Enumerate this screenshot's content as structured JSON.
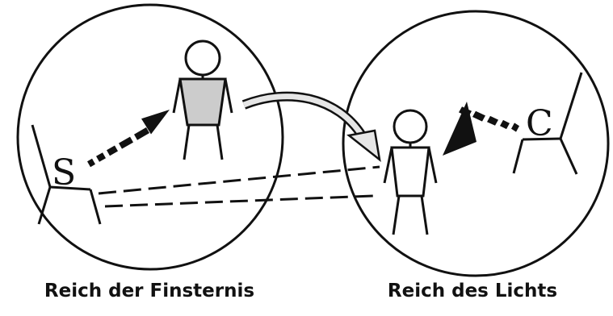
{
  "labels": {
    "left_realm": "Reich der Finsternis",
    "right_realm": "Reich des Lichts"
  },
  "throne_letters": {
    "left": "S",
    "right": "C"
  },
  "colors": {
    "ink": "#111111",
    "torso_fill": "#cccccc",
    "transfer_arrow_fill": "#e6e6e6",
    "background": "#ffffff"
  }
}
